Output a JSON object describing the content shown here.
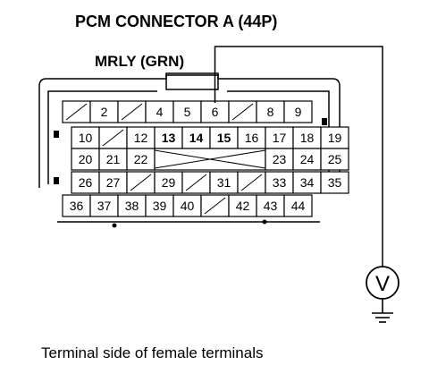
{
  "title": "PCM CONNECTOR A (44P)",
  "wire_label": "MRLY (GRN)",
  "caption": "Terminal side of female terminals",
  "meter_symbol": "V",
  "ground_icon": "ground-icon",
  "probe_terminal": "6",
  "rows": [
    [
      {
        "pin": ""
      },
      {
        "pin": "2"
      },
      {
        "pin": ""
      },
      {
        "pin": "4"
      },
      {
        "pin": "5"
      },
      {
        "pin": "6"
      },
      {
        "pin": ""
      },
      {
        "pin": "8"
      },
      {
        "pin": "9"
      }
    ],
    [
      {
        "pin": "10"
      },
      {
        "pin": ""
      },
      {
        "pin": "12"
      },
      {
        "pin": "13"
      },
      {
        "pin": "14"
      },
      {
        "pin": "15"
      },
      {
        "pin": "16"
      },
      {
        "pin": "17"
      },
      {
        "pin": "18"
      },
      {
        "pin": "19"
      }
    ],
    [
      {
        "pin": "20"
      },
      {
        "pin": "21"
      },
      {
        "pin": "22"
      },
      {
        "pin": "",
        "blank_span": 4
      },
      {
        "pin": "23"
      },
      {
        "pin": "24"
      },
      {
        "pin": "25"
      }
    ],
    [
      {
        "pin": "26"
      },
      {
        "pin": "27"
      },
      {
        "pin": ""
      },
      {
        "pin": "29"
      },
      {
        "pin": ""
      },
      {
        "pin": "31"
      },
      {
        "pin": ""
      },
      {
        "pin": "33"
      },
      {
        "pin": "34"
      },
      {
        "pin": "35"
      }
    ],
    [
      {
        "pin": "36"
      },
      {
        "pin": "37"
      },
      {
        "pin": "38"
      },
      {
        "pin": "39"
      },
      {
        "pin": "40"
      },
      {
        "pin": ""
      },
      {
        "pin": "42"
      },
      {
        "pin": "43"
      },
      {
        "pin": "44"
      }
    ]
  ]
}
